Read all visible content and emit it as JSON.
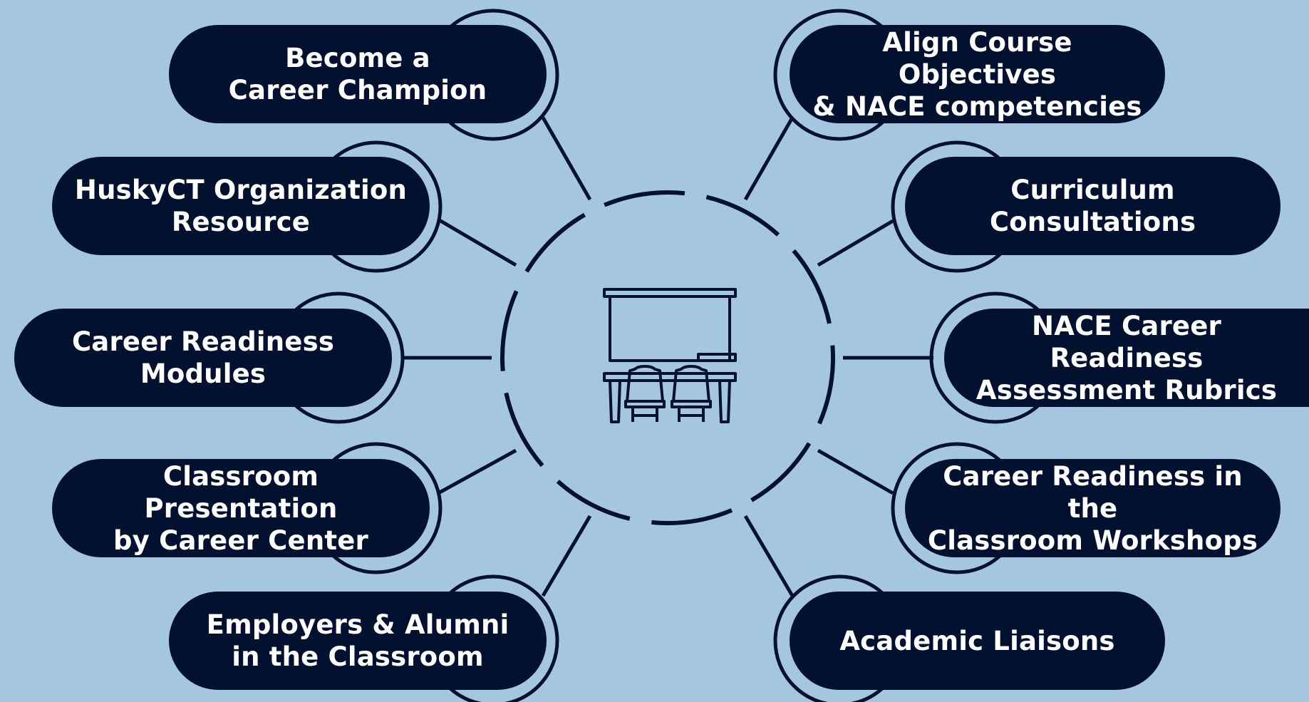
{
  "colors": {
    "background": "#a5c6e1",
    "node_fill": "#031130",
    "stroke": "#031130",
    "text": "#ffffff"
  },
  "center": {
    "icon": "classroom-icon"
  },
  "nodes": {
    "career_champion": "Become a\nCareer Champion",
    "huskyct": "HuskyCT Organization\nResource",
    "modules": "Career Readiness\nModules",
    "presentation": "Classroom Presentation\nby Career Center",
    "employers": "Employers & Alumni\nin the Classroom",
    "align": "Align Course Objectives\n& NACE competencies",
    "curriculum": "Curriculum\nConsultations",
    "rubrics": "NACE Career Readiness\nAssessment Rubrics",
    "workshops": "Career Readiness in the\nClassroom Workshops",
    "liaisons": "Academic Liaisons"
  }
}
